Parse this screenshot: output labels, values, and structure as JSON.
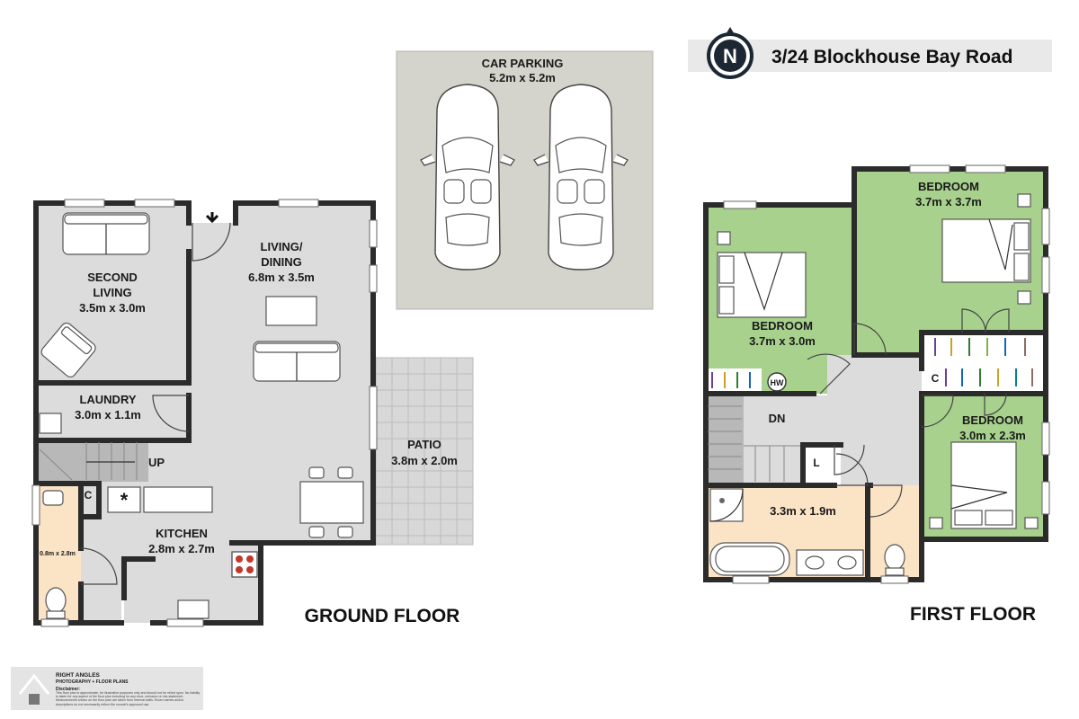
{
  "header": {
    "address": "3/24 Blockhouse Bay Road",
    "compass_letter": "N"
  },
  "floors": {
    "ground_title": "GROUND FLOOR",
    "first_title": "FIRST FLOOR"
  },
  "rooms": {
    "car_parking": {
      "name": "CAR PARKING",
      "size": "5.2m x 5.2m"
    },
    "second_living": {
      "name_line1": "SECOND",
      "name_line2": "LIVING",
      "size": "3.5m x 3.0m"
    },
    "living_dining": {
      "name_line1": "LIVING/",
      "name_line2": "DINING",
      "size": "6.8m x 3.5m"
    },
    "laundry": {
      "name": "LAUNDRY",
      "size": "3.0m x 1.1m"
    },
    "patio": {
      "name": "PATIO",
      "size": "3.8m x 2.0m"
    },
    "kitchen": {
      "name": "KITCHEN",
      "size": "2.8m x 2.7m"
    },
    "ground_wc": {
      "size": "0.8m x 2.8m"
    },
    "bedroom_top": {
      "name": "BEDROOM",
      "size": "3.7m x 3.7m"
    },
    "bedroom_left": {
      "name": "BEDROOM",
      "size": "3.7m x 3.0m"
    },
    "bedroom_right": {
      "name": "BEDROOM",
      "size": "3.0m x 2.3m"
    },
    "bathroom": {
      "size": "3.3m x 1.9m"
    }
  },
  "tags": {
    "stairs_up": "UP",
    "stairs_down": "DN",
    "cupboard": "C",
    "linen": "L",
    "hot_water": "HW"
  },
  "footer": {
    "brand_line1": "RIGHT ANGLES",
    "brand_line2": "PHOTOGRAPHY + FLOOR PLANS",
    "disclaimer_title": "Disclaimer:",
    "disclaimer_text": "This floor plan is approximate, for illustrative purposes only and should not be relied upon. No liability is taken for any aspect of the floor plan including for any error, omission or mis-statement. Measurements shown on the floor plan are taken from internal walls. Room names and/or descriptions do not necessarily reflect the council's approved use."
  },
  "colors": {
    "floor_grey": "#dcdcdc",
    "parking_grey": "#d4d4cc",
    "bedroom_green": "#a8d18d",
    "wet_area_cream": "#fbe3c6",
    "wall_dark": "#2b2b2b",
    "header_band": "#e9e9e9"
  }
}
